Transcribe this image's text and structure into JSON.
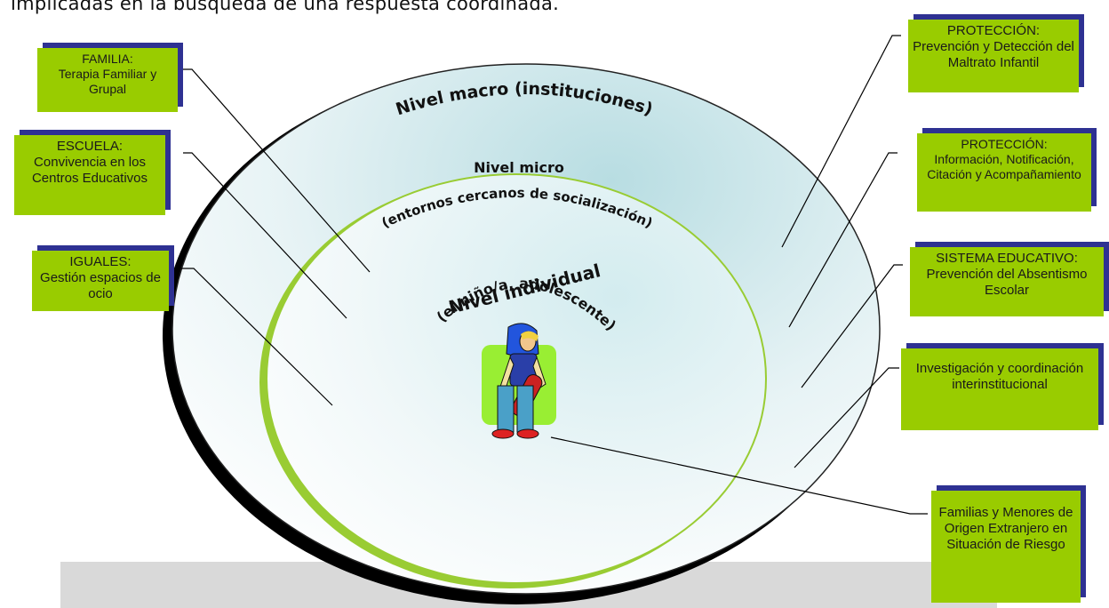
{
  "intro_text": "implicadas en la búsqueda de una respuesta coordinada.",
  "levels": {
    "macro": "Nivel macro (instituciones)",
    "micro_title": "Nivel micro",
    "micro_sub": "(entornos cercanos de socialización)",
    "individual_title": "Nivel individual",
    "individual_sub": "(el niño/a, adolescente)"
  },
  "left_boxes": [
    {
      "title": "FAMILIA:",
      "body": "Terapia Familiar y Grupal"
    },
    {
      "title": "ESCUELA:",
      "body": "Convivencia en los Centros Educativos"
    },
    {
      "title": "IGUALES:",
      "body": "Gestión espacios de ocio"
    }
  ],
  "right_boxes": [
    {
      "title": "PROTECCIÓN:",
      "body": "Prevención y Detección del Maltrato Infantil"
    },
    {
      "title": "PROTECCIÓN:",
      "body": "Información, Notificación, Citación y Acompañamiento"
    },
    {
      "title": "SISTEMA EDUCATIVO:",
      "body": "Prevención del Absentismo Escolar"
    },
    {
      "title": "",
      "body": "Investigación y coordinación interinstitucional"
    },
    {
      "title": "",
      "body": "Familias y Menores de Origen Extranjero en Situación de Riesgo"
    }
  ],
  "colors": {
    "box_fill": "#99cc00",
    "box_shadow": "#2e3192",
    "inner_ring": "#99cc33",
    "outer_shadow": "#000000",
    "figure_bg": "#99ee33"
  },
  "icons": {
    "figure": "teenager-skateboard-icon"
  }
}
